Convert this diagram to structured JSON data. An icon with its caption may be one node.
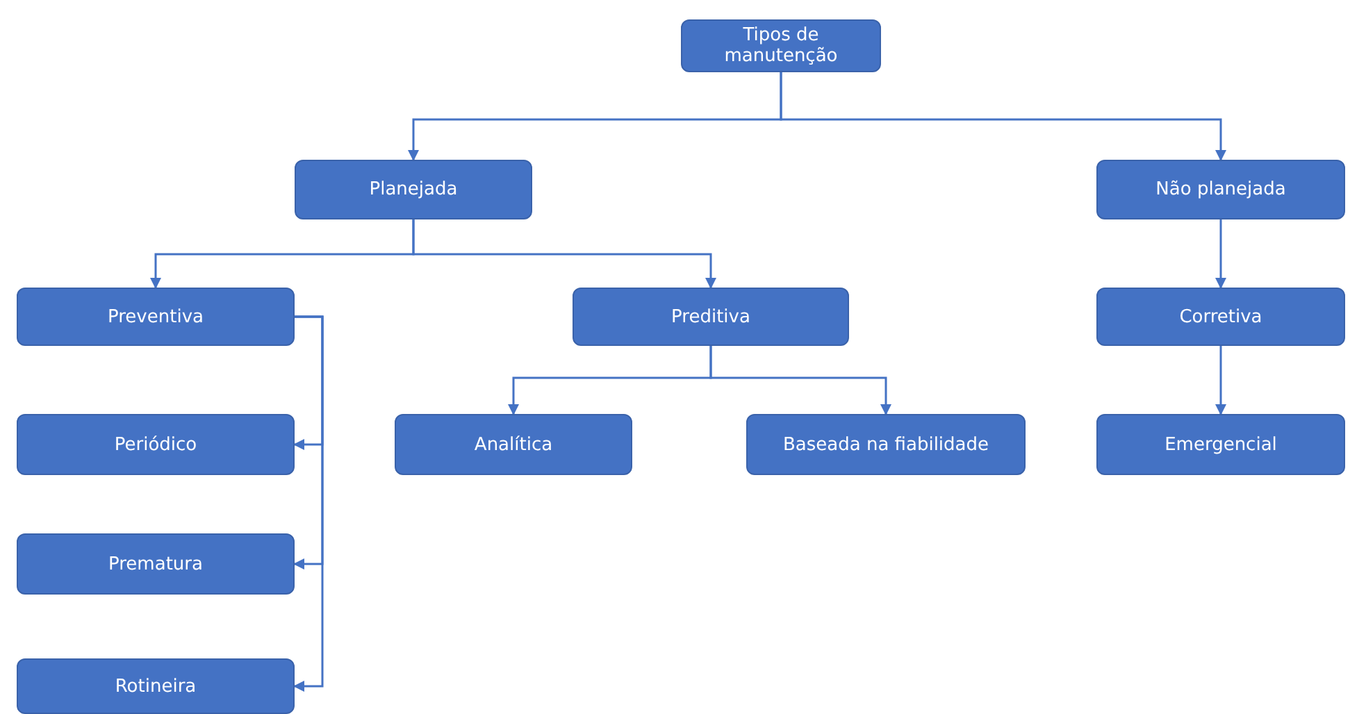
{
  "diagram": {
    "nodes": [
      {
        "text": [
          "Tipos de manutenção"
        ]
      },
      {
        "text": [
          "Planejada"
        ]
      },
      {
        "text": [
          "Não planejada"
        ]
      },
      {
        "text": [
          "Preventiva"
        ]
      },
      {
        "text": [
          "Preditiva"
        ]
      },
      {
        "text": [
          "Corretiva"
        ]
      },
      {
        "text": [
          "Periódico"
        ]
      },
      {
        "text": [
          "Analítica"
        ]
      },
      {
        "text": [
          "Baseada na fiabilidade"
        ]
      },
      {
        "text": [
          "Emergencial"
        ]
      },
      {
        "text": [
          "Prematura"
        ]
      },
      {
        "text": [
          "Rotineira"
        ]
      }
    ],
    "edges": [
      {
        "from": 0,
        "to": 1,
        "arrow": "to"
      },
      {
        "from": 0,
        "to": 2,
        "arrow": "to"
      },
      {
        "from": 1,
        "to": 3,
        "arrow": "to"
      },
      {
        "from": 1,
        "to": 4,
        "arrow": "to"
      },
      {
        "from": 2,
        "to": 5,
        "arrow": "to"
      },
      {
        "from": 3,
        "to": 6,
        "arrow": "to"
      },
      {
        "from": 3,
        "to": 10,
        "arrow": "to"
      },
      {
        "from": 3,
        "to": 11,
        "arrow": "to"
      },
      {
        "from": 4,
        "to": 7,
        "arrow": "to"
      },
      {
        "from": 4,
        "to": 8,
        "arrow": "to"
      },
      {
        "from": 5,
        "to": 9,
        "arrow": "to"
      }
    ]
  }
}
